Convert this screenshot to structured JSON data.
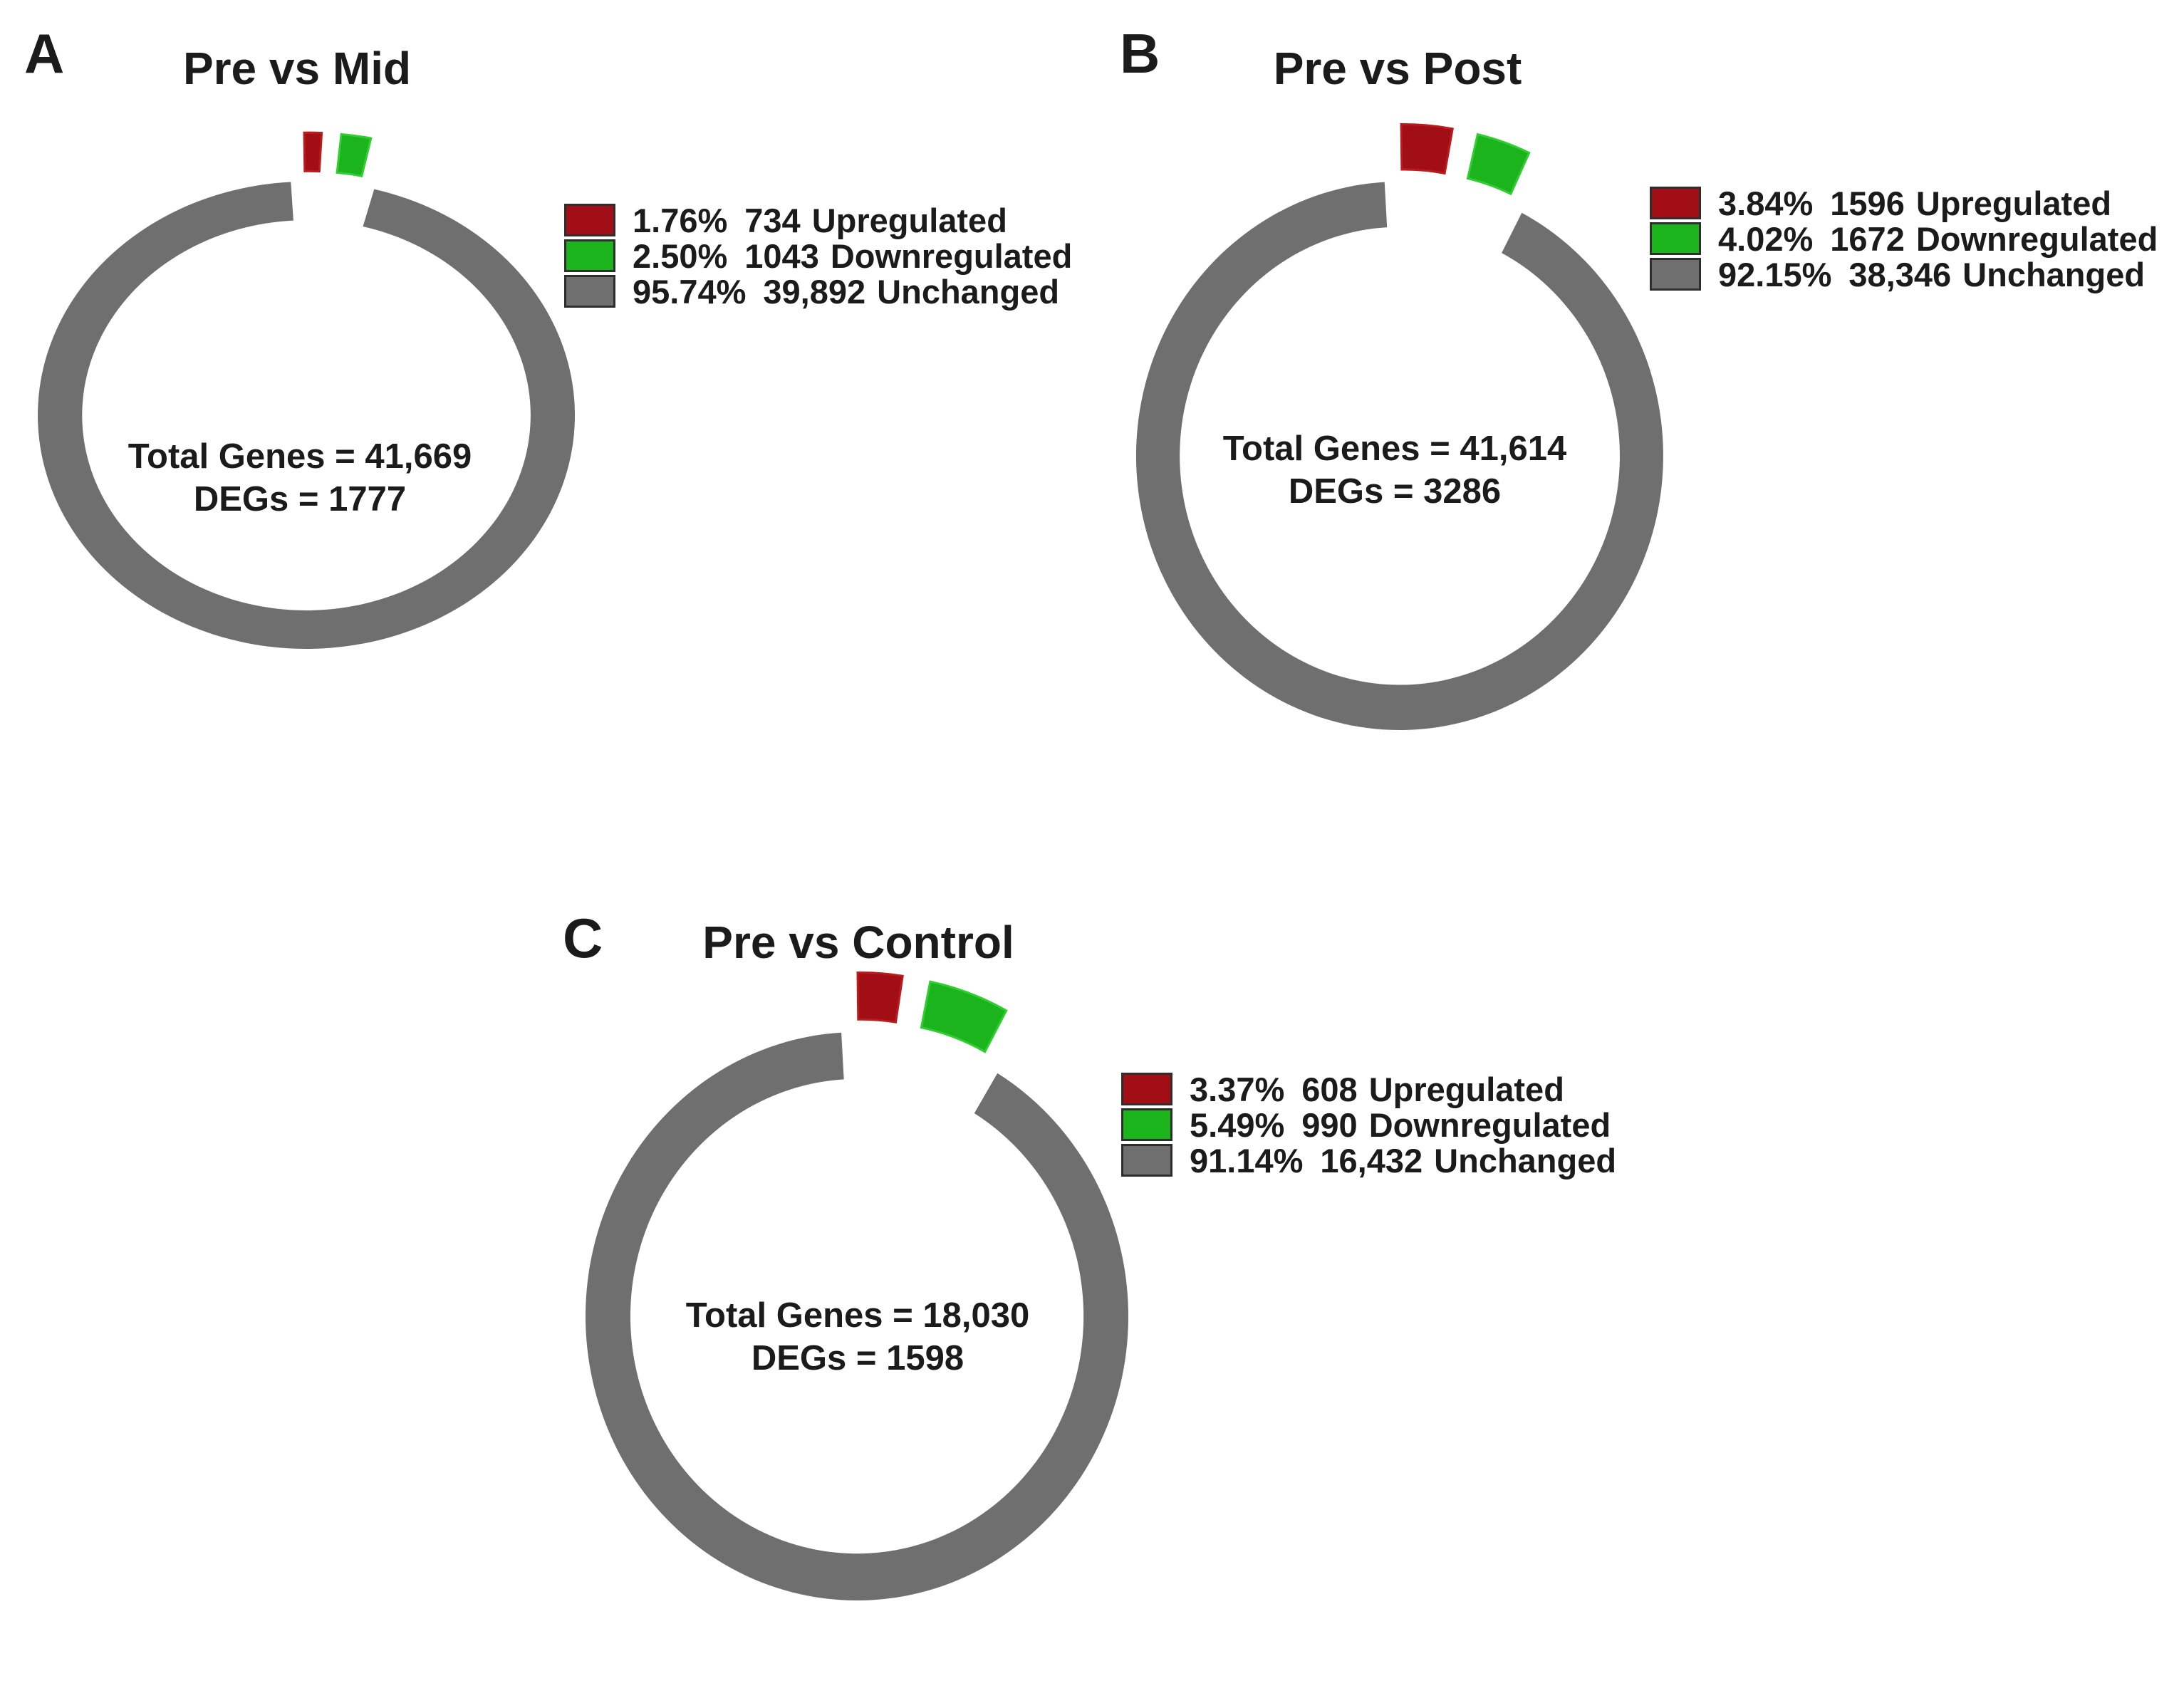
{
  "figure": {
    "background": "#ffffff",
    "text_color": "#1b1b1b"
  },
  "colors": {
    "upregulated": "#A10E15",
    "upregulated_stroke": "#B91C1C",
    "downregulated": "#1CB41C",
    "downregulated_stroke": "#32CD32",
    "unchanged": "#6F6F6F",
    "swatch_border": "#2e2e2e"
  },
  "chart_data": [
    {
      "type": "pie",
      "variant": "donut-exploded",
      "panel_label": "A",
      "title": "Pre vs Mid",
      "start_angle_deg": -2,
      "clockwise": true,
      "center_lines": [
        "Total Genes = 41,669",
        "DEGs = 1777"
      ],
      "totals": {
        "total_genes": 41669,
        "degs": 1777
      },
      "slices": [
        {
          "name": "Upregulated",
          "percent": 1.76,
          "count": 734,
          "percent_label": "1.76%",
          "count_label": "734",
          "color_key": "upregulated",
          "exploded": true
        },
        {
          "name": "Downregulated",
          "percent": 2.5,
          "count": 1043,
          "percent_label": "2.50%",
          "count_label": "1043",
          "color_key": "downregulated",
          "exploded": true
        },
        {
          "name": "Unchanged",
          "percent": 95.74,
          "count": 39892,
          "percent_label": "95.74%",
          "count_label": "39,892",
          "color_key": "unchanged",
          "exploded": false
        }
      ]
    },
    {
      "type": "pie",
      "variant": "donut-exploded",
      "panel_label": "B",
      "title": "Pre vs Post",
      "start_angle_deg": -2,
      "clockwise": true,
      "center_lines": [
        "Total Genes = 41,614",
        "DEGs = 3286"
      ],
      "totals": {
        "total_genes": 41614,
        "degs": 3286
      },
      "slices": [
        {
          "name": "Upregulated",
          "percent": 3.84,
          "count": 1596,
          "percent_label": "3.84%",
          "count_label": "1596",
          "color_key": "upregulated",
          "exploded": true
        },
        {
          "name": "Downregulated",
          "percent": 4.02,
          "count": 1672,
          "percent_label": "4.02%",
          "count_label": "1672",
          "color_key": "downregulated",
          "exploded": true
        },
        {
          "name": "Unchanged",
          "percent": 92.15,
          "count": 38346,
          "percent_label": "92.15%",
          "count_label": "38,346",
          "color_key": "unchanged",
          "exploded": false
        }
      ]
    },
    {
      "type": "pie",
      "variant": "donut-exploded",
      "panel_label": "C",
      "title": "Pre vs Control",
      "start_angle_deg": -2,
      "clockwise": true,
      "center_lines": [
        "Total Genes = 18,030",
        "DEGs = 1598"
      ],
      "totals": {
        "total_genes": 18030,
        "degs": 1598
      },
      "slices": [
        {
          "name": "Upregulated",
          "percent": 3.37,
          "count": 608,
          "percent_label": "3.37%",
          "count_label": "608",
          "color_key": "upregulated",
          "exploded": true
        },
        {
          "name": "Downregulated",
          "percent": 5.49,
          "count": 990,
          "percent_label": "5.49%",
          "count_label": "990",
          "color_key": "downregulated",
          "exploded": true
        },
        {
          "name": "Unchanged",
          "percent": 91.14,
          "count": 16432,
          "percent_label": "91.14%",
          "count_label": "16,432",
          "color_key": "unchanged",
          "exploded": false
        }
      ]
    }
  ]
}
